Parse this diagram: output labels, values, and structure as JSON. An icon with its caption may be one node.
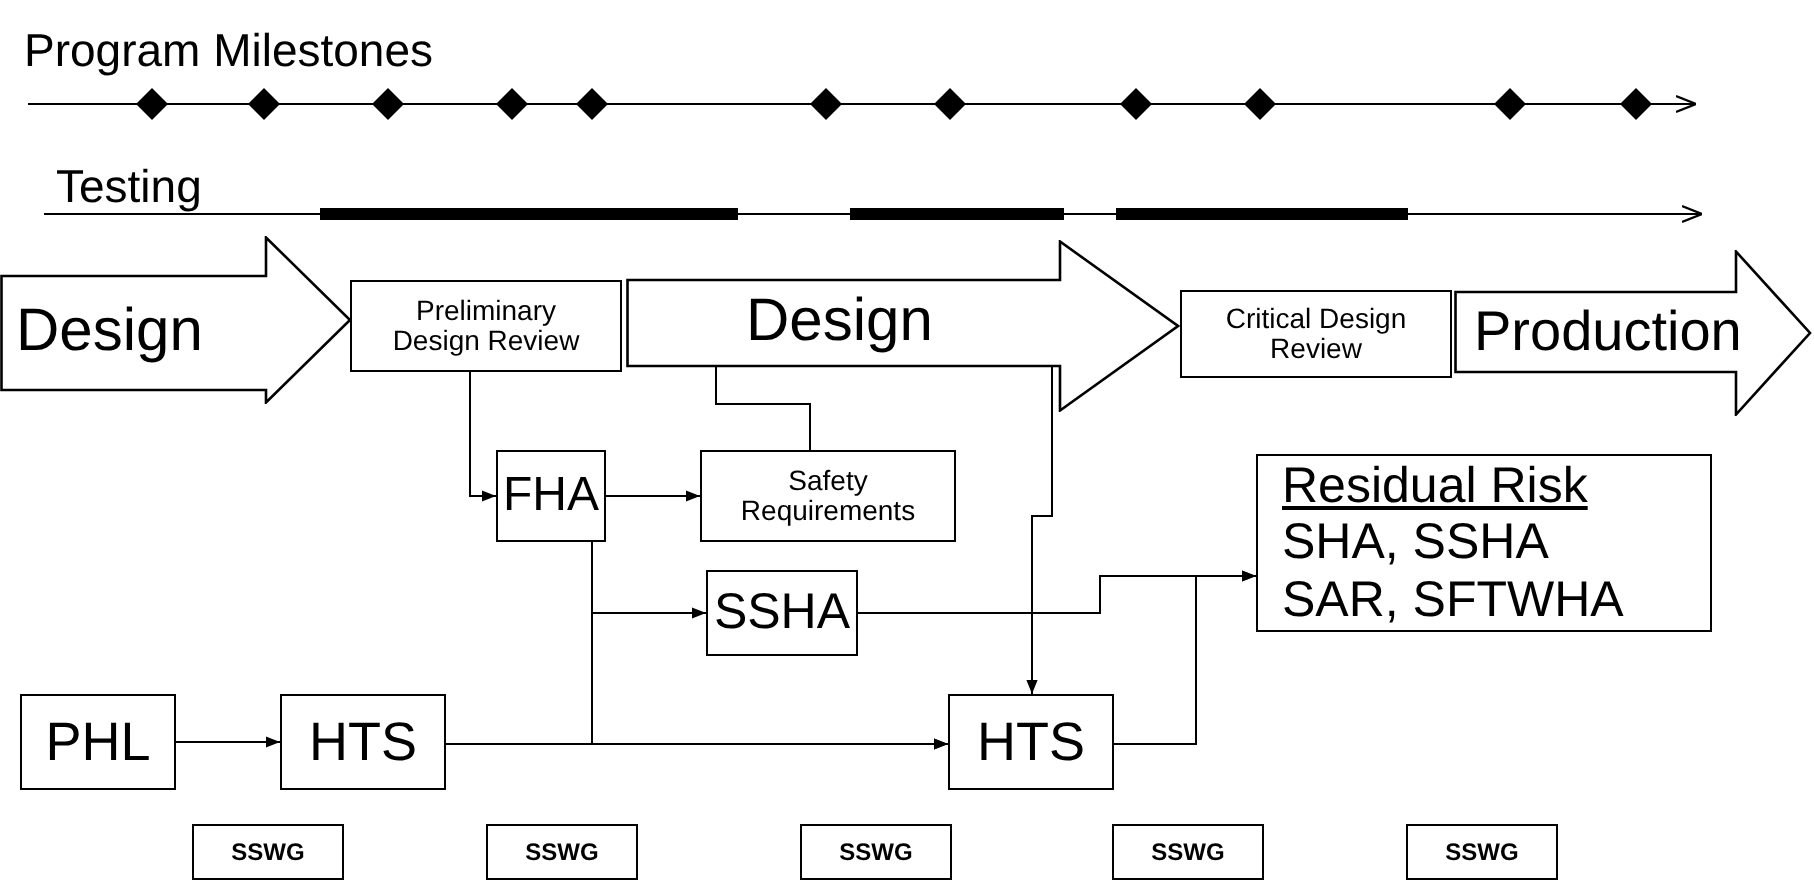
{
  "diagram": {
    "nodes": [
      {
        "text": [
          "Design"
        ]
      },
      {
        "text": [
          "Preliminary Design Review"
        ]
      },
      {
        "text": [
          "Design"
        ]
      },
      {
        "text": [
          "Critical Design Review"
        ]
      },
      {
        "text": [
          "Production"
        ]
      },
      {
        "text": [
          "FHA"
        ]
      },
      {
        "text": [
          "Safety Requirements"
        ]
      },
      {
        "text": [
          "SSHA"
        ]
      },
      {
        "text": [
          "Residual Risk",
          "SHA, SSHA",
          "SAR, SFTWHA"
        ]
      },
      {
        "text": [
          "PHL"
        ]
      },
      {
        "text": [
          "HTS"
        ]
      },
      {
        "text": [
          "HTS"
        ]
      },
      {
        "text": [
          "SSWG"
        ]
      },
      {
        "text": [
          "SSWG"
        ]
      },
      {
        "text": [
          "SSWG"
        ]
      },
      {
        "text": [
          "SSWG"
        ]
      },
      {
        "text": [
          "SSWG"
        ]
      }
    ],
    "edges": [
      {
        "from": 1,
        "to": 5,
        "arrow": "to"
      },
      {
        "from": 5,
        "to": 6,
        "arrow": "to"
      },
      {
        "from": 2,
        "to": 6,
        "arrow": "none"
      },
      {
        "from": 2,
        "to": 11,
        "arrow": "to"
      },
      {
        "from": 5,
        "to": 7,
        "arrow": "to"
      },
      {
        "from": 5,
        "to": 11,
        "arrow": "to"
      },
      {
        "from": 9,
        "to": 10,
        "arrow": "to"
      },
      {
        "from": 10,
        "to": 11,
        "arrow": "to"
      },
      {
        "from": 7,
        "to": 8,
        "arrow": "to"
      },
      {
        "from": 11,
        "to": 8,
        "arrow": "to"
      }
    ],
    "labels": [
      "Program Milestones",
      "Testing"
    ]
  }
}
